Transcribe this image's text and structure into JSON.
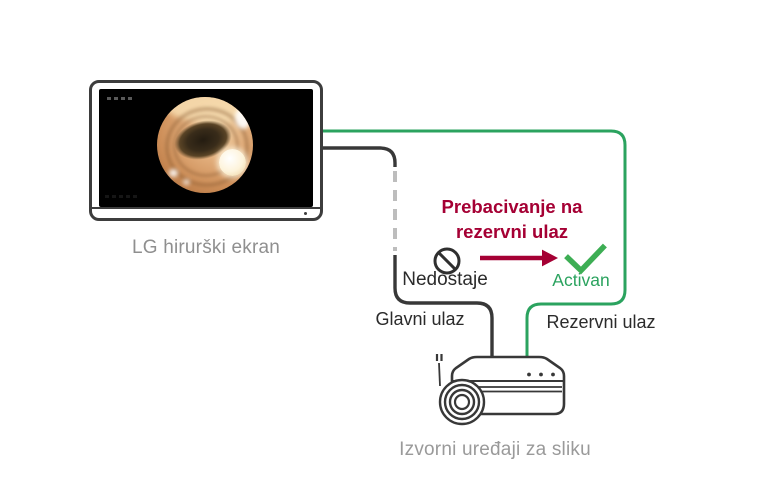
{
  "monitor": {
    "label": "LG hirurški ekran",
    "screen_content": "endoscopy-image"
  },
  "failover": {
    "title_line1": "Prebacivanje na",
    "title_line2": "rezervni ulaz",
    "missing_label": "Nedostaje",
    "active_label": "Activan",
    "missing_icon": "prohibition-icon",
    "switch_icon": "arrow-right-icon",
    "active_icon": "checkmark-icon"
  },
  "cables": {
    "main_label": "Glavni ulaz",
    "backup_label": "Rezervni ulaz"
  },
  "source_devices": {
    "label": "Izvorni uređaji za sliku",
    "icon": "endoscopy-camera-icon"
  },
  "colors": {
    "accent_red": "#a50034",
    "line_green": "#2ba35f",
    "check_green": "#3dae54",
    "line_dark": "#383838",
    "text_dark": "#2b2b2b",
    "muted_gray": "#8f8f8f",
    "dashed_gray": "#bdbdbd"
  }
}
